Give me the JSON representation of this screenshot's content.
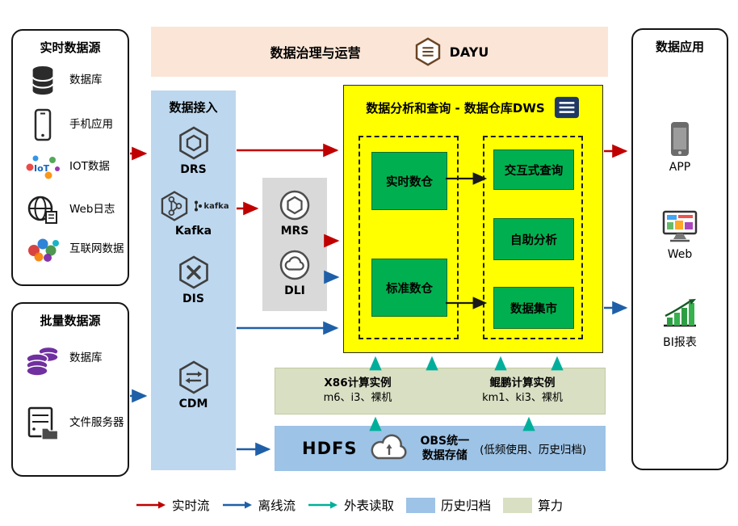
{
  "banner": {
    "title": "数据治理与运营",
    "product": "DAYU"
  },
  "realtime_sources": {
    "title": "实时数据源",
    "items": [
      {
        "label": "数据库"
      },
      {
        "label": "手机应用"
      },
      {
        "label": "IOT数据"
      },
      {
        "label": "Web日志"
      },
      {
        "label": "互联网数据"
      }
    ]
  },
  "batch_sources": {
    "title": "批量数据源",
    "items": [
      {
        "label": "数据库"
      },
      {
        "label": "文件服务器"
      }
    ]
  },
  "ingestion": {
    "title": "数据接入",
    "services": [
      "DRS",
      "Kafka",
      "DIS",
      "CDM"
    ],
    "kafka_badge": "kafka"
  },
  "processing": {
    "services": [
      "MRS",
      "DLI"
    ]
  },
  "dws": {
    "title": "数据分析和查询 - 数据仓库DWS",
    "warehouses": [
      "实时数仓",
      "标准数仓"
    ],
    "services": [
      "交互式查询",
      "自助分析",
      "数据集市"
    ]
  },
  "compute": {
    "x86": {
      "title": "X86计算实例",
      "spec": "m6、i3、裸机"
    },
    "kunpeng": {
      "title": "鲲鹏计算实例",
      "spec": "km1、ki3、裸机"
    }
  },
  "storage": {
    "hdfs": "HDFS",
    "obs_line1": "OBS统一",
    "obs_line2": "数据存储",
    "note": "(低频使用、历史归档)"
  },
  "applications": {
    "title": "数据应用",
    "items": [
      "APP",
      "Web",
      "BI报表"
    ]
  },
  "legend": {
    "realtime": "实时流",
    "offline": "离线流",
    "external": "外表读取",
    "archive": "历史归档",
    "compute": "算力"
  },
  "colors": {
    "realtime_flow": "#c00000",
    "offline_flow": "#1f5fa8",
    "external_read": "#00af9b",
    "history_archive": "#9dc3e6",
    "compute_power": "#d9dfc3",
    "warehouse_green": "#00b050",
    "dws_yellow": "#ffff00",
    "ingestion_blue": "#bdd7ee",
    "banner_peach": "#fbe5d6"
  }
}
